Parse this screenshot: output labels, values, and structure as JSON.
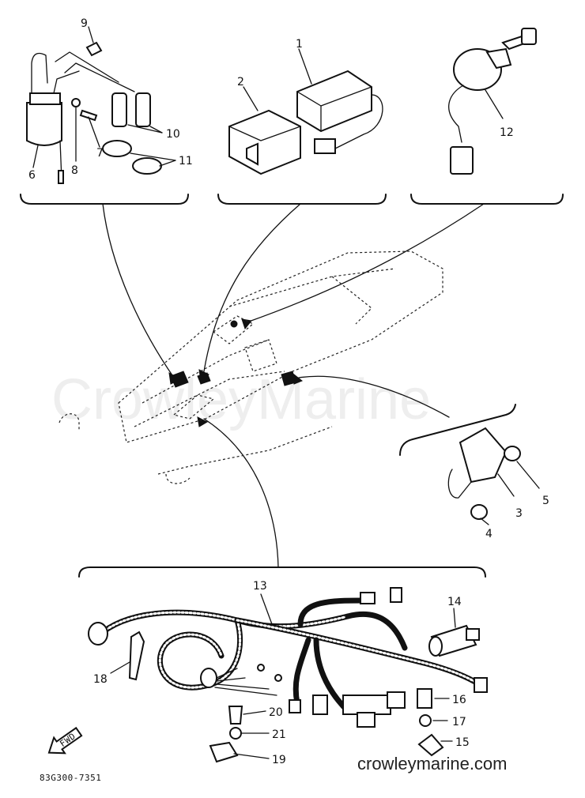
{
  "watermark": "CrowleyMarine",
  "site": "crowleymarine.com",
  "part_number": "83G300-7351",
  "direction_arrow": "FWD",
  "callouts": {
    "c1": "1",
    "c2": "2",
    "c3": "3",
    "c4": "4",
    "c5": "5",
    "c6": "6",
    "c7": "7",
    "c8": "8",
    "c9": "9",
    "c10": "10",
    "c11": "11",
    "c12": "12",
    "c13": "13",
    "c14": "14",
    "c15": "15",
    "c16": "16",
    "c17": "17",
    "c18": "18",
    "c19": "19",
    "c20": "20",
    "c21": "21"
  }
}
